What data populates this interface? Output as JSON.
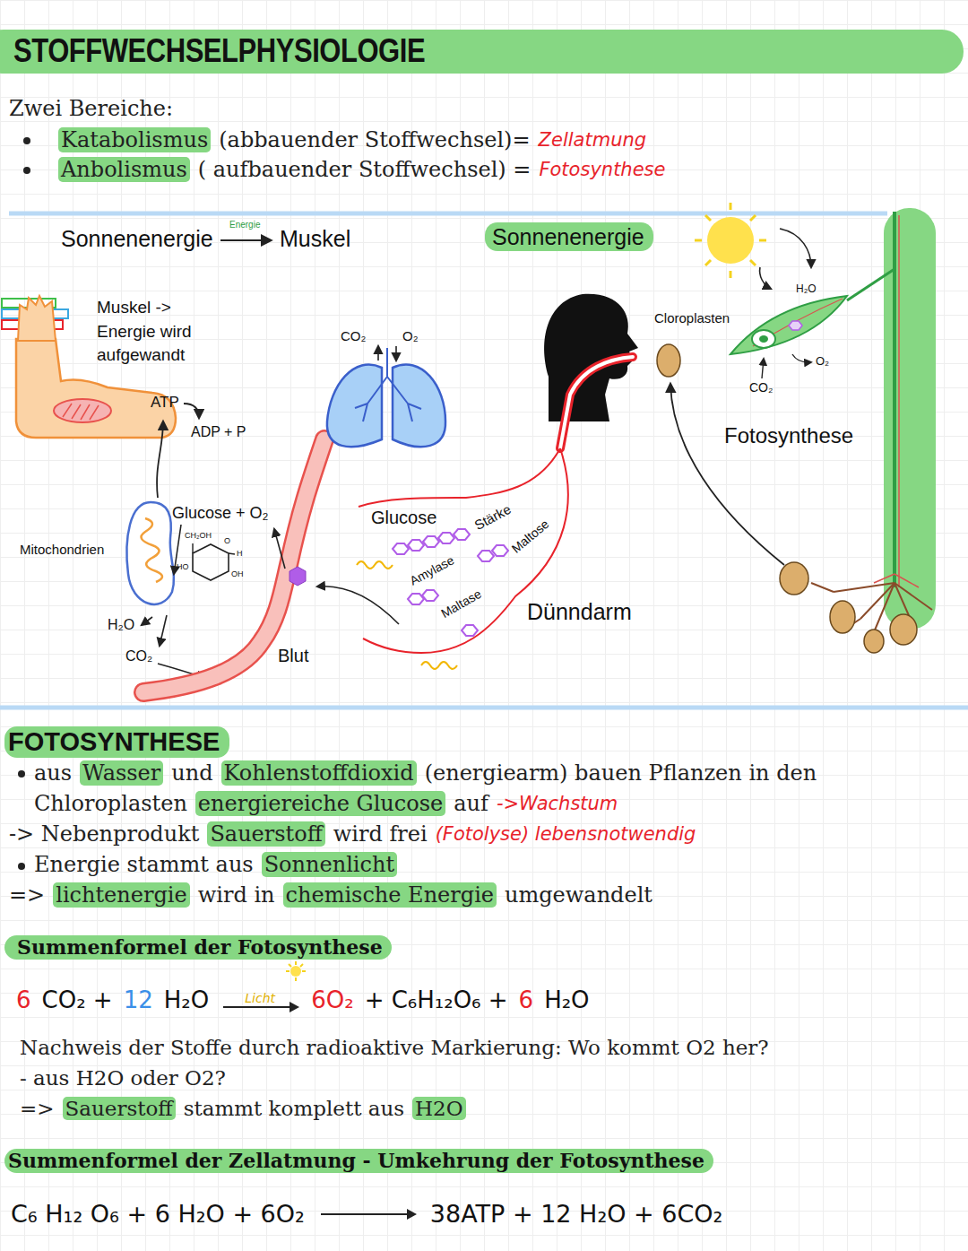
{
  "diagram": {
    "title": "STOFFWECHSELPHYSIOLOGIE",
    "nodes": [
      {
        "text": [
          "Sonnenenergie"
        ]
      },
      {
        "text": [
          "FOTOSYNTHESE"
        ]
      },
      {
        "text": [
          "Summenformel der Fotosynthese"
        ]
      },
      {
        "text": [
          "Summenformel der Zellatmung - Umkehrung der Fotosynthese"
        ]
      }
    ],
    "labels": [
      "Zwei Bereiche:",
      "Katabolismus",
      "(abbauender Stoffwechsel)=",
      "Zellatmung",
      "Anbolismus",
      "( aufbauender Stoffwechsel) =",
      "Fotosynthese",
      "Sonnenenergie",
      "Energie",
      "Muskel",
      "Muskel -> Energie wird aufgewandt",
      "ATP",
      "ADP + P",
      "Glucose + O₂",
      "CH₂OH",
      "O",
      "H",
      "HO",
      "OH",
      "Mitochondrien",
      "H₂O",
      "CO₂",
      "Blut",
      "CO₂",
      "O₂",
      "Glucose",
      "Stärke",
      "Maltose",
      "Amylase",
      "Maltase",
      "Dünndarm",
      "Cloroplasten",
      "H₂O",
      "O₂",
      "CO₂",
      "Fotosynthese",
      "aus",
      "Wasser",
      "und",
      "Kohlenstoffdioxid",
      "(energiearm) bauen Pflanzen in den",
      "Chloroplasten",
      "energiereiche Glucose",
      "auf",
      "->Wachstum",
      "-> Nebenprodukt",
      "Sauerstoff",
      "wird frei",
      "(Fotolyse) lebensnotwendig",
      "Energie stammt aus",
      "Sonnenlicht",
      "=>",
      "lichtenergie",
      "wird in",
      "chemische Energie",
      "umgewandelt",
      "6",
      "CO₂ +",
      "12",
      "H₂O",
      "Licht",
      "6O₂",
      "+ C₆H₁₂O₆ +",
      "6",
      "H₂O",
      "Nachweis der Stoffe durch radioaktive Markierung: Wo kommt O2 her?",
      "- aus H2O oder O2?",
      "=>",
      "Sauerstoff",
      "stammt komplett aus",
      "H2O",
      "C₆ H₁₂ O₆ + 6 H₂O + 6O₂",
      "38ATP + 12 H₂O + 6CO₂"
    ]
  }
}
